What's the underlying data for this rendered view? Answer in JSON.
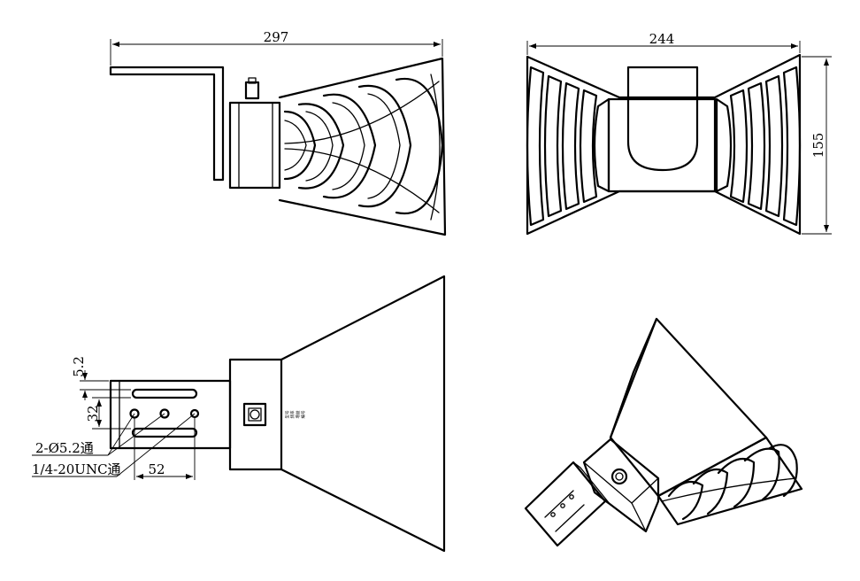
{
  "dimensions": {
    "top_left_width": "297",
    "top_right_width": "244",
    "top_right_height": "155",
    "bracket_hole_offset": "5.2",
    "bracket_slot_spacing": "32",
    "bracket_hole_spacing": "52"
  },
  "callouts": {
    "through_holes": "2-Ø5.2通",
    "threaded_hole": "1/4-20UNC通"
  },
  "label_plate": {
    "line1": "型号",
    "line2": "频率",
    "line3": "增益",
    "line4": "编号"
  }
}
